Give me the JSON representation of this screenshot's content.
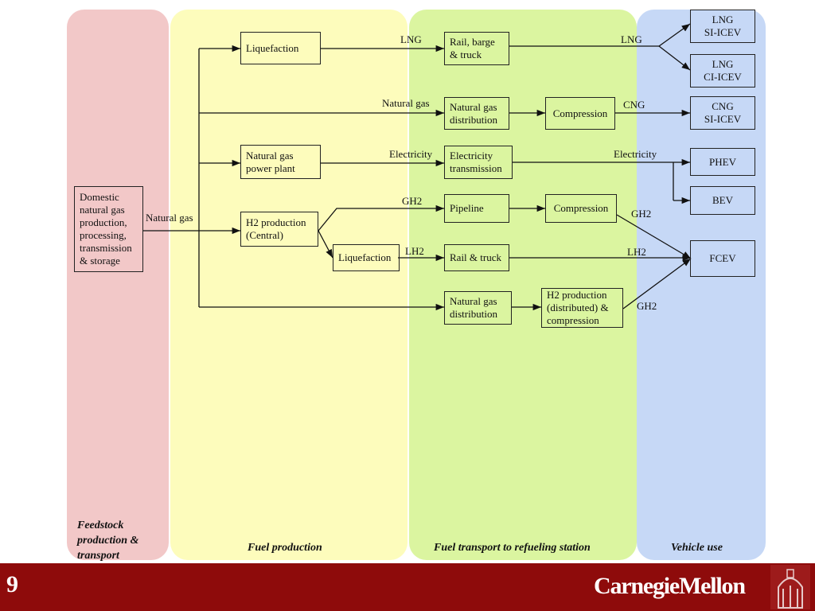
{
  "lanes": {
    "feedstock": [
      "Feedstock",
      "production &",
      "transport"
    ],
    "fuel_production": "Fuel production",
    "fuel_transport": "Fuel transport to refueling station",
    "vehicle_use": "Vehicle use"
  },
  "nodes": {
    "domestic": [
      "Domestic",
      "natural gas",
      "production,",
      "processing,",
      "transmission",
      "& storage"
    ],
    "liquefaction_top": [
      "Liquefaction"
    ],
    "ng_power_plant": [
      "Natural gas",
      "power plant"
    ],
    "h2_central": [
      "H2 production",
      "(Central)"
    ],
    "liquefaction_lh2": [
      "Liquefaction"
    ],
    "rail_barge_truck": [
      "Rail, barge",
      "& truck"
    ],
    "ng_distribution_1": [
      "Natural gas",
      "distribution"
    ],
    "electricity_transmission": [
      "Electricity",
      "transmission"
    ],
    "pipeline": [
      "Pipeline"
    ],
    "rail_truck": [
      "Rail & truck"
    ],
    "ng_distribution_2": [
      "Natural gas",
      "distribution"
    ],
    "compression_1": [
      "Compression"
    ],
    "compression_2": [
      "Compression"
    ],
    "h2_distributed": [
      "H2 production",
      "(distributed) &",
      "compression"
    ],
    "lng_si": [
      "LNG",
      "SI-ICEV"
    ],
    "lng_ci": [
      "LNG",
      "CI-ICEV"
    ],
    "cng_si": [
      "CNG",
      "SI-ICEV"
    ],
    "phev": [
      "PHEV"
    ],
    "bev": [
      "BEV"
    ],
    "fcev": [
      "FCEV"
    ]
  },
  "flow_labels": {
    "natural_gas_main": "Natural gas",
    "lng_1": "LNG",
    "lng_2": "LNG",
    "natural_gas_2": "Natural gas",
    "cng": "CNG",
    "electricity_1": "Electricity",
    "electricity_2": "Electricity",
    "gh2_1": "GH2",
    "gh2_2": "GH2",
    "lh2_1": "LH2",
    "lh2_2": "LH2",
    "gh2_3": "GH2"
  },
  "footer": {
    "page_number": "9",
    "logo_text": "CarnegieMellon"
  },
  "colors": {
    "feedstock_lane": "#f2c8c8",
    "fuel_production_lane": "#fdfcbc",
    "fuel_transport_lane": "#dbf5a0",
    "vehicle_use_lane": "#c6d8f6",
    "footer_bar": "#8e0b0b"
  }
}
